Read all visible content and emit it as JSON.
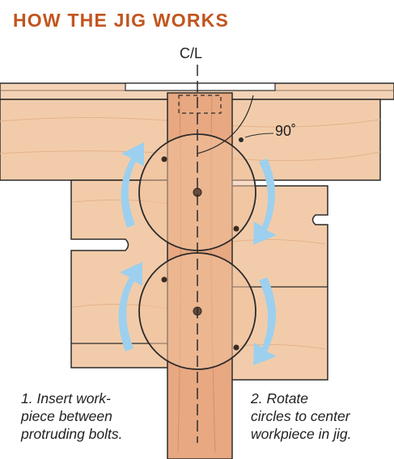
{
  "title": "HOW THE JIG WORKS",
  "centerline_label": "C/L",
  "angle_label": "90˚",
  "steps": [
    {
      "line1": "1. Insert work-",
      "line2": "piece between",
      "line3": "protruding bolts."
    },
    {
      "line1": "2. Rotate",
      "line2": "circles to center",
      "line3": "workpiece in jig."
    }
  ],
  "colors": {
    "title": "#c2551f",
    "wood": "#f2ccaa",
    "wood_dark": "#e7b58f",
    "workpiece": "#e7a882",
    "arrow": "#9dd0ee",
    "outline": "#2b2b2b"
  }
}
